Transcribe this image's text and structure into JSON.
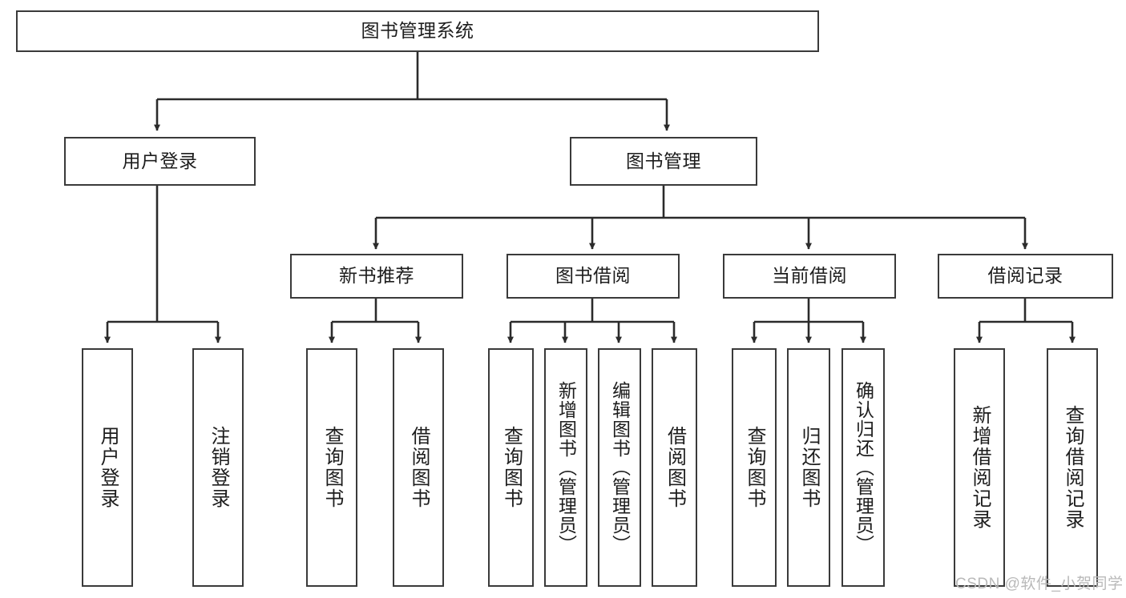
{
  "diagram": {
    "title": "图书管理系统",
    "type": "功能结构图",
    "colors": {
      "box_border": "#3a3a3a",
      "box_fill": "#ffffff",
      "connector": "#2b2b2b",
      "text": "#1d1d1d",
      "watermark": "#b9b9b9",
      "background": "#ffffff"
    }
  },
  "root": {
    "label": "图书管理系统"
  },
  "level2": [
    {
      "id": "user-login",
      "label": "用户登录"
    },
    {
      "id": "book-manage",
      "label": "图书管理"
    }
  ],
  "level3": [
    {
      "id": "new-book-recommend",
      "label": "新书推荐"
    },
    {
      "id": "book-borrow",
      "label": "图书借阅"
    },
    {
      "id": "current-borrow",
      "label": "当前借阅"
    },
    {
      "id": "borrow-record",
      "label": "借阅记录"
    }
  ],
  "leaves": {
    "user_login": [
      {
        "id": "leaf-user-login",
        "label": "用户登录"
      },
      {
        "id": "leaf-logout-login",
        "label": "注销登录"
      }
    ],
    "new_book_recommend": [
      {
        "id": "leaf-query-book-1",
        "label": "查询图书"
      },
      {
        "id": "leaf-borrow-book-1",
        "label": "借阅图书"
      }
    ],
    "book_borrow": [
      {
        "id": "leaf-query-book-2",
        "label": "查询图书"
      },
      {
        "id": "leaf-add-book",
        "label": "新增图书（管理员）"
      },
      {
        "id": "leaf-edit-book",
        "label": "编辑图书（管理员）"
      },
      {
        "id": "leaf-borrow-book-2",
        "label": "借阅图书"
      }
    ],
    "current_borrow": [
      {
        "id": "leaf-query-book-3",
        "label": "查询图书"
      },
      {
        "id": "leaf-return-book",
        "label": "归还图书"
      },
      {
        "id": "leaf-confirm-return",
        "label": "确认归还（管理员）"
      }
    ],
    "borrow_record": [
      {
        "id": "leaf-add-record",
        "label": "新增借阅记录"
      },
      {
        "id": "leaf-query-record",
        "label": "查询借阅记录"
      }
    ]
  },
  "watermark": {
    "text": "CSDN @软件_小贺同学"
  }
}
